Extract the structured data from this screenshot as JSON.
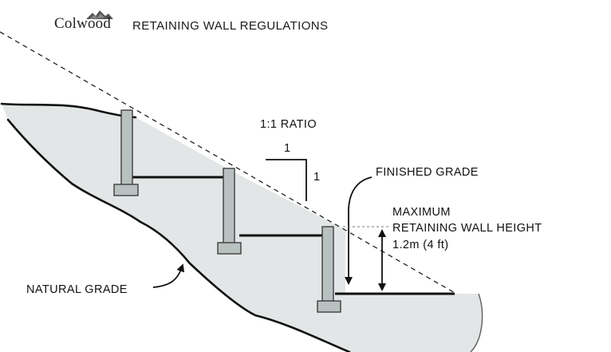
{
  "header": {
    "logo_text": "Colwood",
    "title": "RETAINING WALL REGULATIONS"
  },
  "labels": {
    "ratio": "1:1 RATIO",
    "ratio_run": "1",
    "ratio_rise": "1",
    "finished_grade": "FINISHED GRADE",
    "max_height_line1": "MAXIMUM",
    "max_height_line2": "RETAINING WALL HEIGHT",
    "max_height_line3": "1.2m (4 ft)",
    "natural_grade": "NATURAL GRADE"
  },
  "colors": {
    "ground_fill": "#e3e6e6",
    "wall_fill": "#b9c1c0",
    "line": "#111111"
  }
}
